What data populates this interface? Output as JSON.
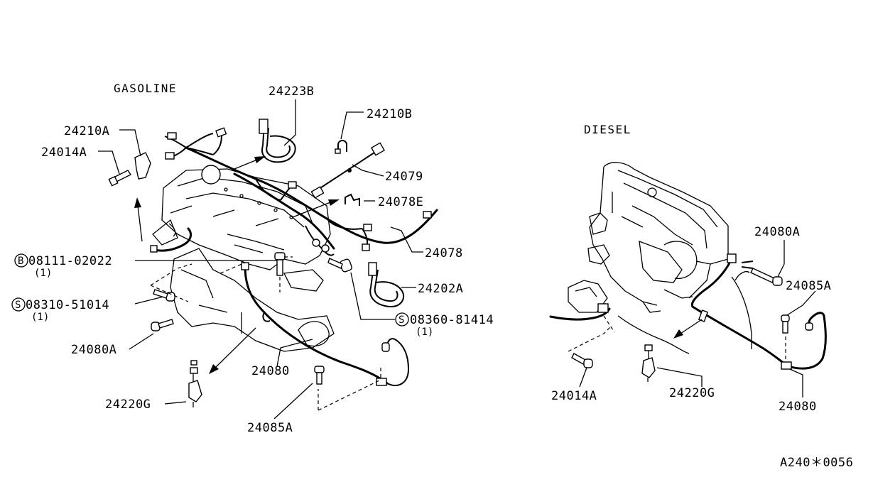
{
  "sections": {
    "gasoline": "GASOLINE",
    "diesel": "DIESEL"
  },
  "parts": {
    "p24223B": "24223B",
    "p24210B": "24210B",
    "p24210A": "24210A",
    "p24014A_g": "24014A",
    "p24079": "24079",
    "p24078E": "24078E",
    "p24078": "24078",
    "p24202A": "24202A",
    "p08111": "08111-02022",
    "p08111_qty": "(1)",
    "p08310": "08310-51014",
    "p08310_qty": "(1)",
    "p08360": "08360-81414",
    "p08360_qty": "(1)",
    "p24080A_g": "24080A",
    "p24080_g": "24080",
    "p24220G_g": "24220G",
    "p24085A_g": "24085A",
    "p24080A_d": "24080A",
    "p24085A_d": "24085A",
    "p24014A_d": "24014A",
    "p24220G_d": "24220G",
    "p24080_d": "24080"
  },
  "symbols": {
    "bolt": "B",
    "screw": "S"
  },
  "reference": "A240＊0056"
}
